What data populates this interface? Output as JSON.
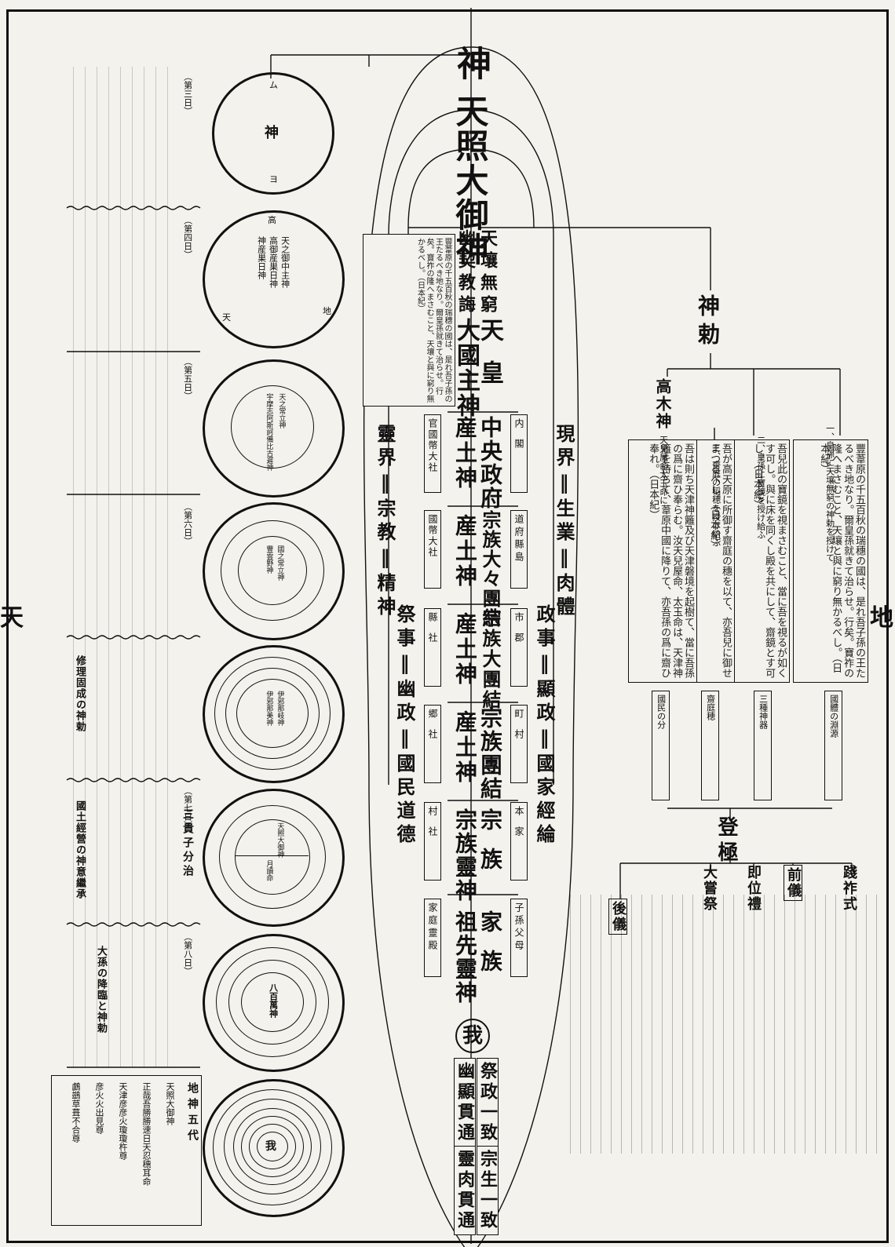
{
  "side_labels": {
    "left": "天",
    "right": "地"
  },
  "spine": [
    "神",
    "天照大御神",
    "我"
  ],
  "spine_right_gloss": "神勅",
  "center_column": {
    "head_left": "幽契教誨",
    "head_right": "天壤無窮",
    "main_chain": [
      "天皇",
      "大國主神",
      "中央政府",
      "産土神",
      "宗族大々團結",
      "産土神",
      "宗族大團結",
      "産土神",
      "宗族團結",
      "産土神",
      "宗族靈神",
      "宗族",
      "祖先靈神",
      "家族"
    ],
    "side_boxes_right": [
      "内閣",
      "道府縣島",
      "市郡",
      "町村",
      "本家",
      "子孫父母"
    ],
    "side_boxes_left": [
      "官國幣大社",
      "國幣大社",
      "縣社",
      "郷社",
      "村社",
      "家庭靈殿"
    ]
  },
  "band_left": [
    "靈界",
    "宗教",
    "精神"
  ],
  "band_left2": [
    "祭事",
    "幽政",
    "國民道德"
  ],
  "band_right": [
    "現界",
    "生業",
    "肉體"
  ],
  "band_right2": [
    "政事",
    "顯政",
    "國家經綸"
  ],
  "bottom": {
    "left_box": "祭政一致",
    "left_box2": "幽顯貫通",
    "right_box": "宗生一致",
    "right_box2": "靈肉貫通",
    "ego": "我"
  },
  "right_section": {
    "kami_decree": "神勅",
    "takagi": "高木神",
    "enthronement": "登極",
    "sub_heads": [
      "踐祚式",
      "前儀",
      "即位禮",
      "大嘗祭",
      "後儀"
    ],
    "decree_texts": [
      "豐葦原の千五百秋の瑞穗の國は、是れ吾子孫の王たるべき地なり。爾皇孫就きて治らせ。行矣。寶祚の隆へまさむこと、天壤と與に窮り無かるべし。（日本紀）",
      "吾兒此の寶鏡を視まさむこと、當に吾を視るが如くす可し。與に床を同くし殿を共にして、齋鏡とす可し。（日本紀）",
      "吾が高天原に所御す齋庭の穗を以て、亦吾兒に御せまつるべし。（日本紀）",
      "吾は則ち天津神籬及び天津磐境を起樹て、當に吾孫の爲に齋ひ奉らむ。汝天兒屋命、太玉命は、天津神籬を持ちて、葦原中國に降りて、亦吾孫の爲に齋ひ奉れ。（日本紀）"
    ],
    "decree_captions": [
      "一、皇孫に天壤無窮の神勅を授けて",
      "二、皇孫に寶鏡を授け給ふ",
      "三、齋庭の稻穂を授け給ふ",
      "天兒屋命太玉命に"
    ],
    "decree_notes": [
      "國體の淵源",
      "三種神器",
      "齋庭穂",
      "國民の分"
    ]
  },
  "left_column": {
    "sections": [
      "（第三日）",
      "（第四日）",
      "（第五日）",
      "（第六日）",
      "（第七日）",
      "（第八日）"
    ],
    "headings": [
      "修理固成の神勅",
      "三貴子分治",
      "國土經營の神意繼承",
      "大孫の降臨と神勅"
    ],
    "five_generations": [
      "地神五代",
      "天照大御神",
      "正哉吾勝勝速日天忍穗耳命",
      "天津彦彦火瓊瓊杵尊",
      "彦火火出見尊",
      "鸕鷀草葺不合尊"
    ]
  },
  "circles": [
    {
      "center": "神",
      "top": "ム",
      "bottom": "ヨ"
    },
    {
      "lines": [
        "天之御中主神",
        "高御産巣日神",
        "神産巣日神"
      ],
      "left": "天",
      "right": "地",
      "top": "高"
    },
    {
      "lines": [
        "天之常立神",
        "宇摩志阿斯訶備比古遲神"
      ]
    },
    {
      "lines": [
        "國之常立神",
        "豐雲野神"
      ]
    },
    {
      "lines": [
        "伊邪那岐神",
        "伊邪那美神"
      ]
    },
    {
      "lines": [
        "天照大御神",
        "月讀命"
      ]
    },
    {
      "lines": [
        "八百萬神"
      ]
    },
    {
      "lines": [
        "我"
      ]
    }
  ]
}
